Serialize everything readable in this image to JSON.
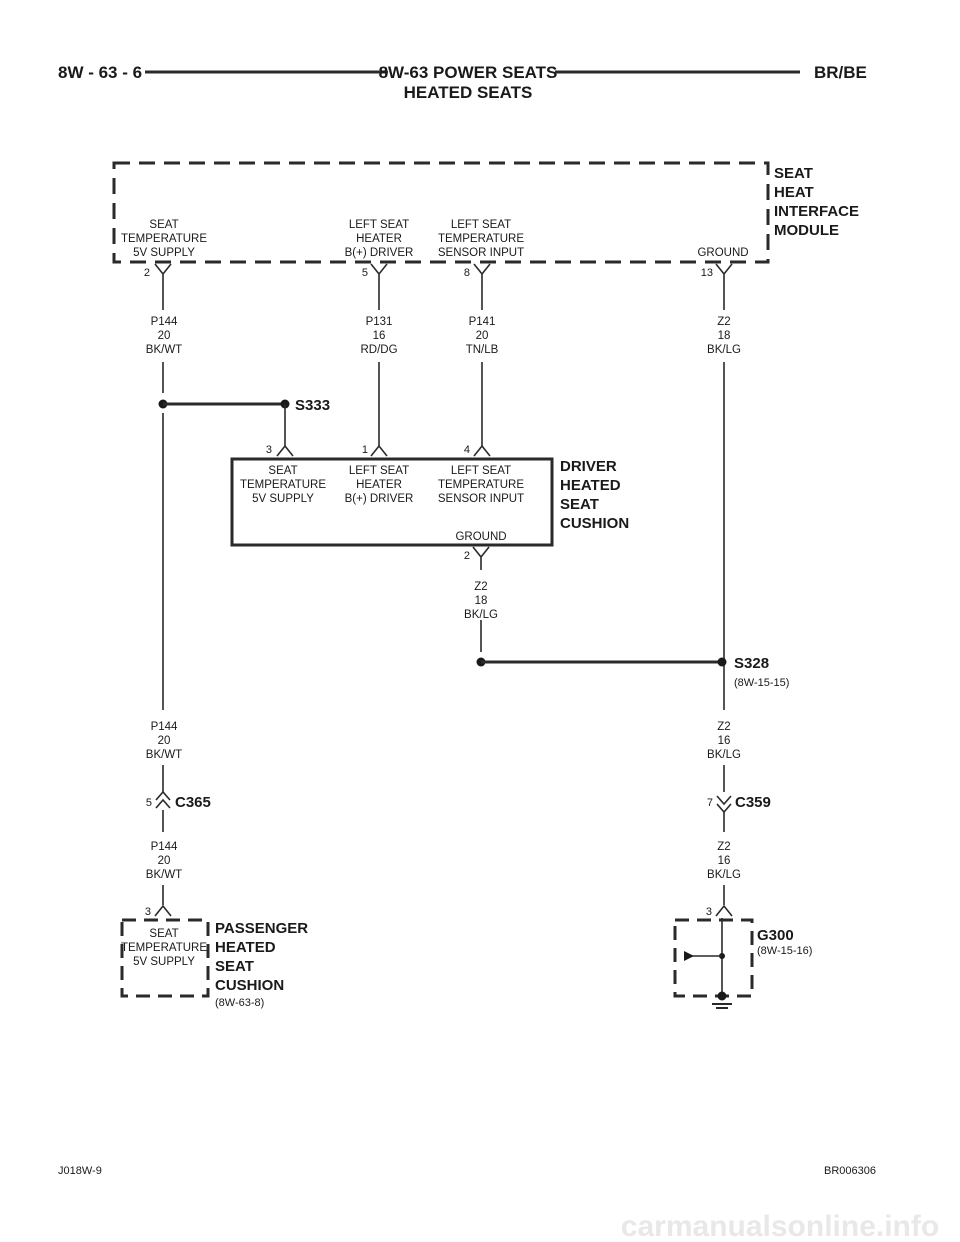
{
  "header": {
    "page_number": "8W - 63 - 6",
    "title_line1": "8W-63 POWER SEATS",
    "title_line2": "HEATED SEATS",
    "model": "BR/BE"
  },
  "modules": {
    "interface": {
      "name_lines": [
        "SEAT",
        "HEAT",
        "INTERFACE",
        "MODULE"
      ],
      "pins": [
        {
          "num": "2",
          "label_lines": [
            "SEAT",
            "TEMPERATURE",
            "5V SUPPLY"
          ]
        },
        {
          "num": "5",
          "label_lines": [
            "LEFT SEAT",
            "HEATER",
            "B(+) DRIVER"
          ]
        },
        {
          "num": "8",
          "label_lines": [
            "LEFT SEAT",
            "TEMPERATURE",
            "SENSOR INPUT"
          ]
        },
        {
          "num": "13",
          "label_lines": [
            "GROUND"
          ]
        }
      ]
    },
    "driver": {
      "name_lines": [
        "DRIVER",
        "HEATED",
        "SEAT",
        "CUSHION"
      ],
      "pins": [
        {
          "num": "3",
          "label_lines": [
            "SEAT",
            "TEMPERATURE",
            "5V SUPPLY"
          ]
        },
        {
          "num": "1",
          "label_lines": [
            "LEFT SEAT",
            "HEATER",
            "B(+) DRIVER"
          ]
        },
        {
          "num": "4",
          "label_lines": [
            "LEFT SEAT",
            "TEMPERATURE",
            "SENSOR INPUT"
          ]
        },
        {
          "num": "2",
          "label_lines": [
            "GROUND"
          ]
        }
      ]
    },
    "passenger": {
      "name_lines": [
        "PASSENGER",
        "HEATED",
        "SEAT",
        "CUSHION"
      ],
      "ref": "(8W-63-8)",
      "pin_num": "3",
      "label_lines": [
        "SEAT",
        "TEMPERATURE",
        "5V SUPPLY"
      ]
    }
  },
  "wires": {
    "p144_top": [
      "P144",
      "20",
      "BK/WT"
    ],
    "p131": [
      "P131",
      "16",
      "RD/DG"
    ],
    "p141": [
      "P141",
      "20",
      "TN/LB"
    ],
    "z2_top": [
      "Z2",
      "18",
      "BK/LG"
    ],
    "z2_driver": [
      "Z2",
      "18",
      "BK/LG"
    ],
    "p144_mid": [
      "P144",
      "20",
      "BK/WT"
    ],
    "z2_mid": [
      "Z2",
      "16",
      "BK/LG"
    ],
    "p144_low": [
      "P144",
      "20",
      "BK/WT"
    ],
    "z2_low": [
      "Z2",
      "16",
      "BK/LG"
    ]
  },
  "splices": {
    "s333": {
      "name": "S333"
    },
    "s328": {
      "name": "S328",
      "ref": "(8W-15-15)"
    }
  },
  "connectors": {
    "c365": {
      "name": "C365",
      "pin": "5"
    },
    "c359": {
      "name": "C359",
      "pin": "7"
    }
  },
  "ground": {
    "name": "G300",
    "ref": "(8W-15-16)",
    "pin": "3"
  },
  "footer": {
    "left": "J018W-9",
    "right": "BR006306"
  },
  "watermark": "carmanualsonline.info"
}
